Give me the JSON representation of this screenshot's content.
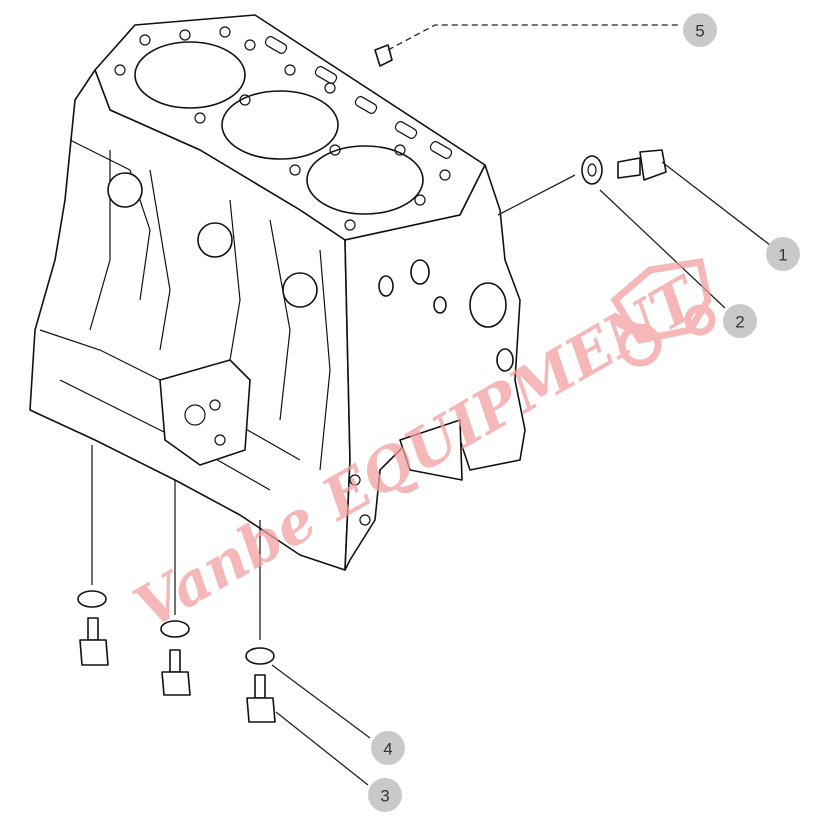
{
  "diagram": {
    "callouts": [
      {
        "id": "1",
        "label": "1"
      },
      {
        "id": "2",
        "label": "2"
      },
      {
        "id": "3",
        "label": "3"
      },
      {
        "id": "4",
        "label": "4"
      },
      {
        "id": "5",
        "label": "5"
      }
    ],
    "watermark": {
      "text": "Vanbe EQUIPMENT",
      "color": "#f2a0a0"
    },
    "colors": {
      "callout_fill": "#c9c9c9",
      "line": "#111111"
    }
  }
}
